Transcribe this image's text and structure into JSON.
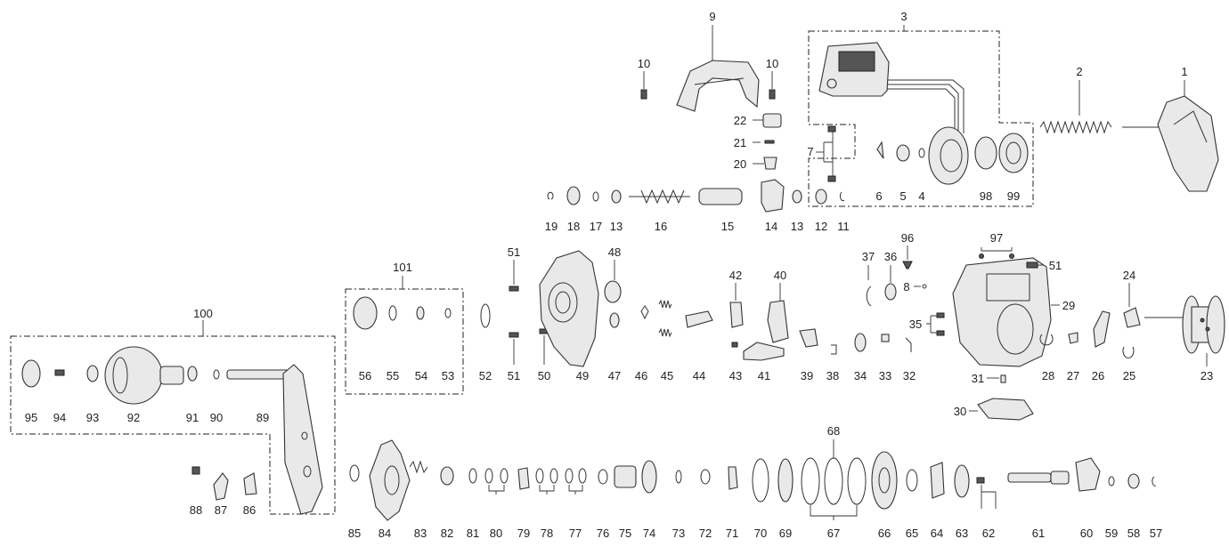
{
  "labels": {
    "p1": "1",
    "p2": "2",
    "p3": "3",
    "p4": "4",
    "p5": "5",
    "p6": "6",
    "p7": "7",
    "p8": "8",
    "p9": "9",
    "p10": "10",
    "p11": "11",
    "p12": "12",
    "p13": "13",
    "p14": "14",
    "p15": "15",
    "p16": "16",
    "p17": "17",
    "p18": "18",
    "p19": "19",
    "p20": "20",
    "p21": "21",
    "p22": "22",
    "p23": "23",
    "p24": "24",
    "p25": "25",
    "p26": "26",
    "p27": "27",
    "p28": "28",
    "p29": "29",
    "p30": "30",
    "p31": "31",
    "p32": "32",
    "p33": "33",
    "p34": "34",
    "p35": "35",
    "p36": "36",
    "p37": "37",
    "p38": "38",
    "p39": "39",
    "p40": "40",
    "p41": "41",
    "p42": "42",
    "p43": "43",
    "p44": "44",
    "p45": "45",
    "p46": "46",
    "p47": "47",
    "p48": "48",
    "p49": "49",
    "p50": "50",
    "p51": "51",
    "p52": "52",
    "p53": "53",
    "p54": "54",
    "p55": "55",
    "p56": "56",
    "p57": "57",
    "p58": "58",
    "p59": "59",
    "p60": "60",
    "p61": "61",
    "p62": "62",
    "p63": "63",
    "p64": "64",
    "p65": "65",
    "p66": "66",
    "p67": "67",
    "p68": "68",
    "p69": "69",
    "p70": "70",
    "p71": "71",
    "p72": "72",
    "p73": "73",
    "p74": "74",
    "p75": "75",
    "p76": "76",
    "p77": "77",
    "p78": "78",
    "p79": "79",
    "p80": "80",
    "p81": "81",
    "p82": "82",
    "p83": "83",
    "p84": "84",
    "p85": "85",
    "p86": "86",
    "p87": "87",
    "p88": "88",
    "p89": "89",
    "p90": "90",
    "p91": "91",
    "p92": "92",
    "p93": "93",
    "p94": "94",
    "p95": "95",
    "p96": "96",
    "p97": "97",
    "p98": "98",
    "p99": "99",
    "p100": "100",
    "p101": "101"
  },
  "colors": {
    "line": "#333333",
    "fill": "#e9e9e9",
    "dark": "#555555"
  }
}
